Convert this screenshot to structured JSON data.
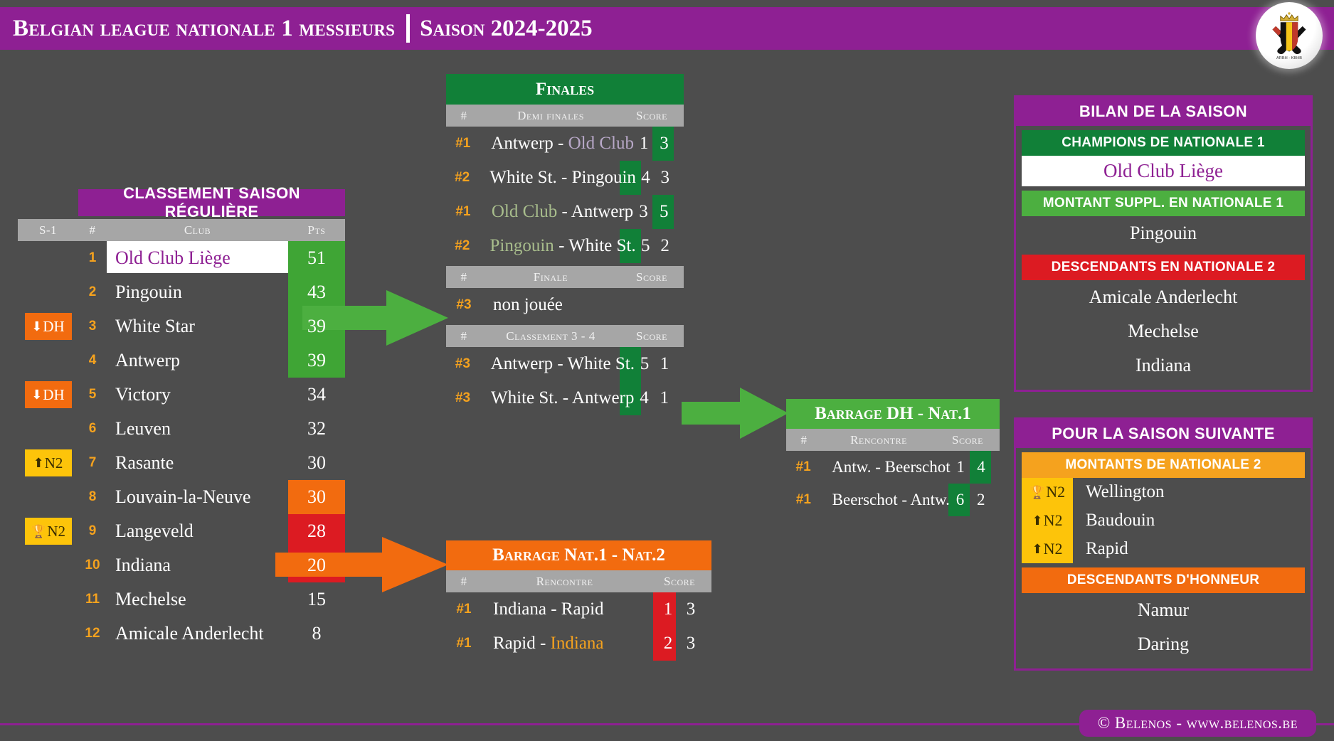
{
  "header": {
    "title": "Belgian league nationale 1 messieurs",
    "season": "Saison 2024-2025",
    "logo_icon": "belgian-hockey-ball-logo"
  },
  "classement": {
    "title": "CLASSEMENT SAISON RÉGULIÈRE",
    "columns": [
      "S-1",
      "#",
      "Club",
      "Pts"
    ],
    "rows": [
      {
        "s1": "",
        "s1_icon": "",
        "rank": "1",
        "club": "Old Club Liège",
        "pts": "51",
        "highlight": "champion"
      },
      {
        "s1": "",
        "s1_icon": "",
        "rank": "2",
        "club": "Pingouin",
        "pts": "43",
        "highlight": "green"
      },
      {
        "s1": "DH",
        "s1_icon": "arrow-down-icon",
        "rank": "3",
        "club": "White Star",
        "pts": "39",
        "highlight": "green"
      },
      {
        "s1": "",
        "s1_icon": "",
        "rank": "4",
        "club": "Antwerp",
        "pts": "39",
        "highlight": "green"
      },
      {
        "s1": "DH",
        "s1_icon": "arrow-down-icon",
        "rank": "5",
        "club": "Victory",
        "pts": "34",
        "highlight": ""
      },
      {
        "s1": "",
        "s1_icon": "",
        "rank": "6",
        "club": "Leuven",
        "pts": "32",
        "highlight": ""
      },
      {
        "s1": "N2",
        "s1_icon": "arrow-up-icon",
        "rank": "7",
        "club": "Rasante",
        "pts": "30",
        "highlight": ""
      },
      {
        "s1": "",
        "s1_icon": "",
        "rank": "8",
        "club": "Louvain-la-Neuve",
        "pts": "30",
        "highlight": ""
      },
      {
        "s1": "N2",
        "s1_icon": "trophy-icon",
        "rank": "9",
        "club": "Langeveld",
        "pts": "28",
        "highlight": ""
      },
      {
        "s1": "",
        "s1_icon": "",
        "rank": "10",
        "club": "Indiana",
        "pts": "20",
        "highlight": "orange"
      },
      {
        "s1": "",
        "s1_icon": "",
        "rank": "11",
        "club": "Mechelse",
        "pts": "15",
        "highlight": "red"
      },
      {
        "s1": "",
        "s1_icon": "",
        "rank": "12",
        "club": "Amicale Anderlecht",
        "pts": "8",
        "highlight": "red"
      }
    ]
  },
  "finales": {
    "title": "Finales",
    "sections": [
      {
        "columns": [
          "#",
          "Demi finales",
          "Score"
        ],
        "rows": [
          {
            "no": "#1",
            "match": "Antwerp - Old Club",
            "home": "Antwerp",
            "away": "Old Club",
            "away_style": "lilac",
            "s1": "1",
            "s2": "3",
            "winner": "away"
          },
          {
            "no": "#2",
            "match": "White St. - Pingouin",
            "home": "White St.",
            "away": "Pingouin",
            "away_style": "",
            "s1": "4",
            "s2": "3",
            "winner": "home"
          },
          {
            "no": "#1",
            "match": "Old Club - Antwerp",
            "home": "Old Club",
            "away": "Antwerp",
            "home_style": "olive",
            "s1": "3",
            "s2": "5",
            "winner": "away"
          },
          {
            "no": "#2",
            "match": "Pingouin - White St.",
            "home": "Pingouin",
            "away": "White St.",
            "home_style": "olive",
            "s1": "5",
            "s2": "2",
            "winner": "home"
          }
        ]
      },
      {
        "columns": [
          "#",
          "Finale",
          "Score"
        ],
        "rows": [
          {
            "no": "#3",
            "match": "non jouée",
            "s1": "",
            "s2": "",
            "winner": ""
          }
        ]
      },
      {
        "columns": [
          "#",
          "Classement 3 - 4",
          "Score"
        ],
        "rows": [
          {
            "no": "#3",
            "match": "Antwerp - White St.",
            "s1": "5",
            "s2": "1",
            "winner": "home"
          },
          {
            "no": "#3",
            "match": "White St. - Antwerp",
            "s1": "4",
            "s2": "1",
            "winner": "home"
          }
        ]
      }
    ]
  },
  "barrage_nat": {
    "title": "Barrage Nat.1 - Nat.2",
    "columns": [
      "#",
      "Rencontre",
      "Score"
    ],
    "rows": [
      {
        "no": "#1",
        "home": "Indiana",
        "away": "Rapid",
        "away_style": "",
        "home_style": "",
        "s1": "1",
        "s2": "3"
      },
      {
        "no": "#1",
        "home": "Rapid",
        "away": "Indiana",
        "away_style": "orange",
        "home_style": "",
        "s1": "2",
        "s2": "3"
      }
    ]
  },
  "barrage_dh": {
    "title": "Barrage DH - Nat.1",
    "columns": [
      "#",
      "Rencontre",
      "Score"
    ],
    "rows": [
      {
        "no": "#1",
        "match": "Antw. - Beerschot",
        "s1": "1",
        "s2": "4",
        "winner": "away"
      },
      {
        "no": "#1",
        "match": "Beerschot - Antw.",
        "s1": "6",
        "s2": "2",
        "winner": "home"
      }
    ]
  },
  "bilan": {
    "title": "BILAN DE LA SAISON",
    "champion_label": "CHAMPIONS DE NATIONALE 1",
    "champion": "Old Club Liège",
    "montant_label": "MONTANT SUPPL. EN NATIONALE 1",
    "montant": "Pingouin",
    "descendants_label": "DESCENDANTS EN NATIONALE 2",
    "descendants": [
      "Amicale Anderlecht",
      "Mechelse",
      "Indiana"
    ]
  },
  "suivante": {
    "title": "POUR LA SAISON SUIVANTE",
    "montants_label": "MONTANTS DE NATIONALE 2",
    "montants": [
      {
        "badge": "N2",
        "icon": "trophy-icon",
        "name": "Wellington"
      },
      {
        "badge": "N2",
        "icon": "arrow-up-icon",
        "name": "Baudouin"
      },
      {
        "badge": "N2",
        "icon": "arrow-up-icon",
        "name": "Rapid"
      }
    ],
    "descendants_label": "DESCENDANTS D'HONNEUR",
    "descendants": [
      "Namur",
      "Daring"
    ]
  },
  "footer": {
    "text": "© Belenos - www.belenos.be"
  },
  "colors": {
    "purple": "#8e2093",
    "dark_green": "#118038",
    "light_green": "#4caf40",
    "mid_green": "#3fa535",
    "orange": "#f26b0f",
    "amber": "#f5a21e",
    "yellow": "#fdc40a",
    "red": "#dc1b22",
    "background": "#4d4d4d",
    "header_grey": "#a6a6a6"
  }
}
